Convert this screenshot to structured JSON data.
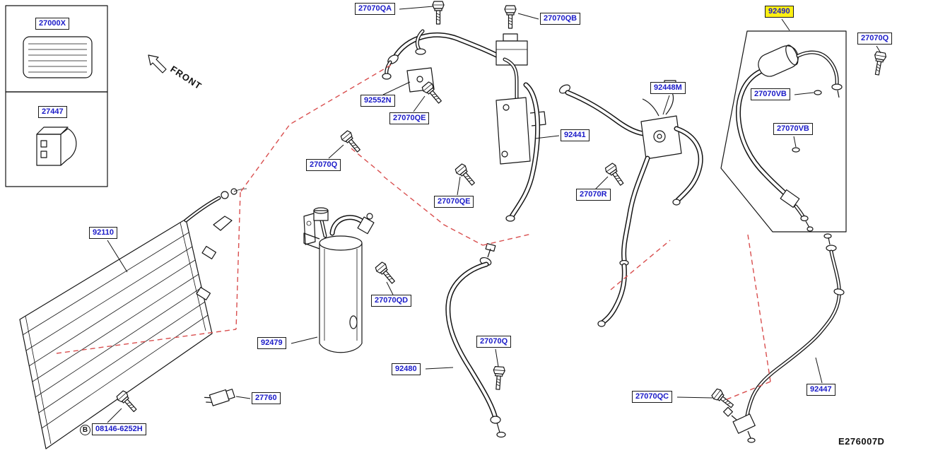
{
  "diagram_code": "E276007D",
  "front_label": "FRONT",
  "b_marker": "B",
  "colors": {
    "label_text": "#1b1bc8",
    "label_border": "#1a1a1a",
    "highlight": "#fdf013",
    "dashed_leader": "#d94f4f",
    "line_art": "#151515"
  },
  "labels": [
    {
      "text": "27070QA"
    },
    {
      "text": "27070QB"
    },
    {
      "text": "92490",
      "highlighted": true
    },
    {
      "text": "27070Q"
    },
    {
      "text": "27000X"
    },
    {
      "text": "92552N"
    },
    {
      "text": "27070QE"
    },
    {
      "text": "27447"
    },
    {
      "text": "92448M"
    },
    {
      "text": "27070VB"
    },
    {
      "text": "27070VB"
    },
    {
      "text": "92441"
    },
    {
      "text": "27070Q"
    },
    {
      "text": "27070R"
    },
    {
      "text": "27070QE"
    },
    {
      "text": "92110"
    },
    {
      "text": "27070QD"
    },
    {
      "text": "92479"
    },
    {
      "text": "27070Q"
    },
    {
      "text": "92480"
    },
    {
      "text": "27760"
    },
    {
      "text": "08146-6252H"
    },
    {
      "text": "27070QC"
    },
    {
      "text": "92447"
    }
  ]
}
